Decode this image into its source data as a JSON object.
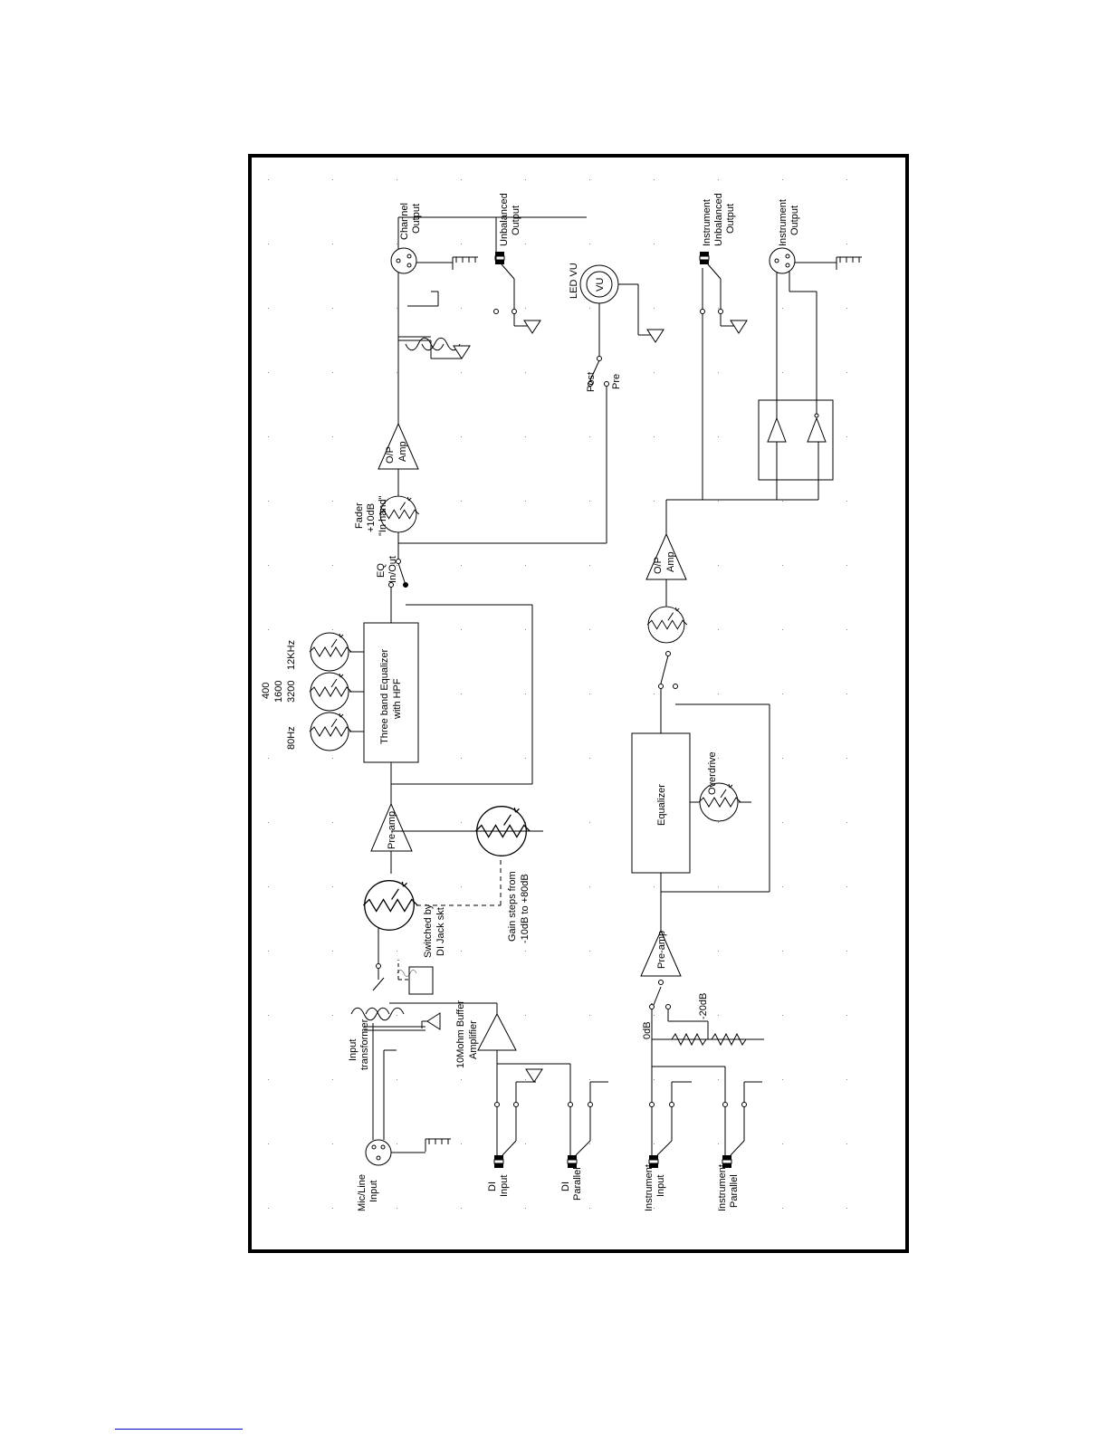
{
  "diagram": {
    "labels": {
      "channel_output": [
        "Channel",
        "Output"
      ],
      "unbalanced_output": [
        "Unbalanced",
        "Output"
      ],
      "led_vu": "LED VU",
      "vu": "VU",
      "instrument_unbalanced_output": [
        "Instrument",
        "Unbalanced",
        "Output"
      ],
      "instrument_output": [
        "Instrument",
        "Output"
      ],
      "post": "Post",
      "pre": "Pre",
      "op_amp": [
        "O/P",
        "Amp"
      ],
      "fader": [
        "Fader",
        "+10dB",
        "\"In hand\""
      ],
      "eq_inout": [
        "EQ",
        "In/Out"
      ],
      "freq_labels": [
        "80Hz",
        "400",
        "1600",
        "3200",
        "12KHz"
      ],
      "three_band_eq": [
        "Three band Equalizer",
        "with HPF"
      ],
      "pre_amp": "Pre-amp",
      "gain_steps": [
        "Gain steps from",
        "-10dB to +80dB"
      ],
      "switched_by": [
        "Switched by",
        "DI Jack skt"
      ],
      "input_transformer": [
        "Input",
        "transformer"
      ],
      "buffer_amp": [
        "10Mohm Buffer",
        "Amplifier"
      ],
      "mic_line_input": [
        "Mic/Line",
        "Input"
      ],
      "di_input": [
        "DI",
        "Input"
      ],
      "di_parallel": [
        "DI",
        "Parallel"
      ],
      "equalizer": "Equalizer",
      "overdrive": "Overdrive",
      "zero_db": "0dB",
      "minus_20db": "-20dB",
      "instrument_input": [
        "Instrument",
        "Input"
      ],
      "instrument_parallel": [
        "Instrument",
        "Parallel"
      ]
    }
  }
}
